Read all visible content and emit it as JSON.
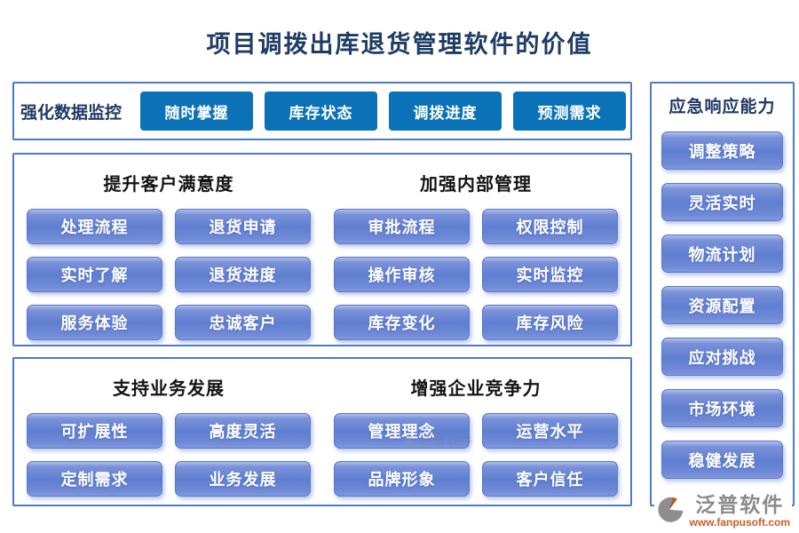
{
  "title": "项目调拨出库退货管理软件的价值",
  "colors": {
    "title": "#1e3c64",
    "panel_border": "#4d7ac6",
    "solid_button": "#0b72b8",
    "gradient_button_top": "#aebfe9",
    "gradient_button_body": "#5f7ed1",
    "navy_label": "#203864",
    "brand_gray": "#8b8b8b",
    "brand_orange": "#cc5c28"
  },
  "top_section": {
    "label": "强化数据监控",
    "buttons": [
      "随时掌握",
      "库存状态",
      "调拨进度",
      "预测需求"
    ]
  },
  "middle_section": {
    "groups": [
      {
        "header": "提升客户满意度",
        "buttons": [
          "处理流程",
          "退货申请",
          "实时了解",
          "退货进度",
          "服务体验",
          "忠诚客户"
        ]
      },
      {
        "header": "加强内部管理",
        "buttons": [
          "审批流程",
          "权限控制",
          "操作审核",
          "实时监控",
          "库存变化",
          "库存风险"
        ]
      }
    ]
  },
  "bottom_section": {
    "groups": [
      {
        "header": "支持业务发展",
        "buttons": [
          "可扩展性",
          "高度灵活",
          "定制需求",
          "业务发展"
        ]
      },
      {
        "header": "增强企业竞争力",
        "buttons": [
          "管理理念",
          "运营水平",
          "品牌形象",
          "客户信任"
        ]
      }
    ]
  },
  "sidebar": {
    "header": "应急响应能力",
    "buttons": [
      "调整策略",
      "灵活实时",
      "物流计划",
      "资源配置",
      "应对挑战",
      "市场环境",
      "稳健发展"
    ]
  },
  "branding": {
    "name": "泛普软件",
    "url": "www.fanpusoft.com"
  },
  "watermark": "泛普软件"
}
